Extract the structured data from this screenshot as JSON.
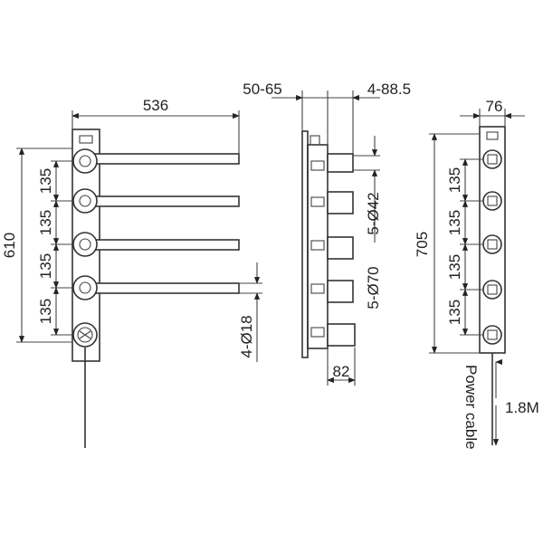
{
  "diagram": {
    "front_view": {
      "width_label": "536",
      "height_label": "610",
      "spacing_labels": [
        "135",
        "135",
        "135",
        "135"
      ],
      "bar_diameter_label": "4-Ø18"
    },
    "side_view": {
      "depth_label_left": "50-65",
      "depth_label_right": "4-88.5",
      "diameter_label_a": "5-Ø42",
      "diameter_label_b": "5-Ø70",
      "bottom_label": "82"
    },
    "back_view": {
      "width_label": "76",
      "height_label": "705",
      "spacing_labels": [
        "135",
        "135",
        "135",
        "135"
      ],
      "cable_label": "Power cable",
      "cable_length_label": "1.8M"
    }
  }
}
